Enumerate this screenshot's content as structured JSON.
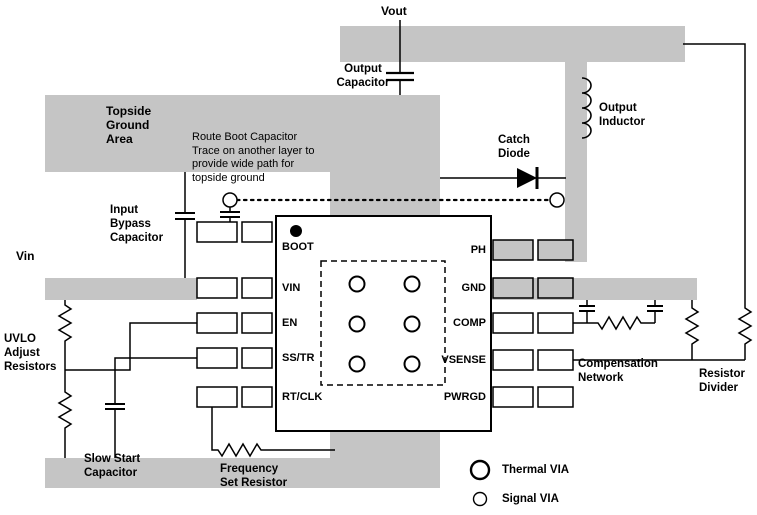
{
  "diagram": {
    "labels": {
      "vout": "Vout",
      "output_capacitor": "Output\nCapacitor",
      "output_inductor": "Output\nInductor",
      "catch_diode": "Catch\nDiode",
      "topside_ground_area": "Topside\nGround\nArea",
      "route_note": "Route Boot Capacitor\nTrace on another layer to\nprovide wide path for\ntopside ground",
      "input_bypass_capacitor": "Input\nBypass\nCapacitor",
      "vin": "Vin",
      "uvlo": "UVLO\nAdjust\nResistors",
      "slow_start": "Slow Start\nCapacitor",
      "frequency_set": "Frequency\nSet Resistor",
      "compensation": "Compensation\nNetwork",
      "resistor_divider": "Resistor\nDivider"
    },
    "ic": {
      "left_pins": [
        "BOOT",
        "VIN",
        "EN",
        "SS/TR",
        "RT/CLK"
      ],
      "right_pins": [
        "PH",
        "GND",
        "COMP",
        "VSENSE",
        "PWRGD"
      ]
    },
    "legend": [
      {
        "icon": "thermal-via-icon",
        "label": "Thermal VIA"
      },
      {
        "icon": "signal-via-icon",
        "label": "Signal VIA"
      }
    ],
    "colors": {
      "copper": "#c5c5c5",
      "line": "#000000",
      "background": "#ffffff"
    }
  }
}
